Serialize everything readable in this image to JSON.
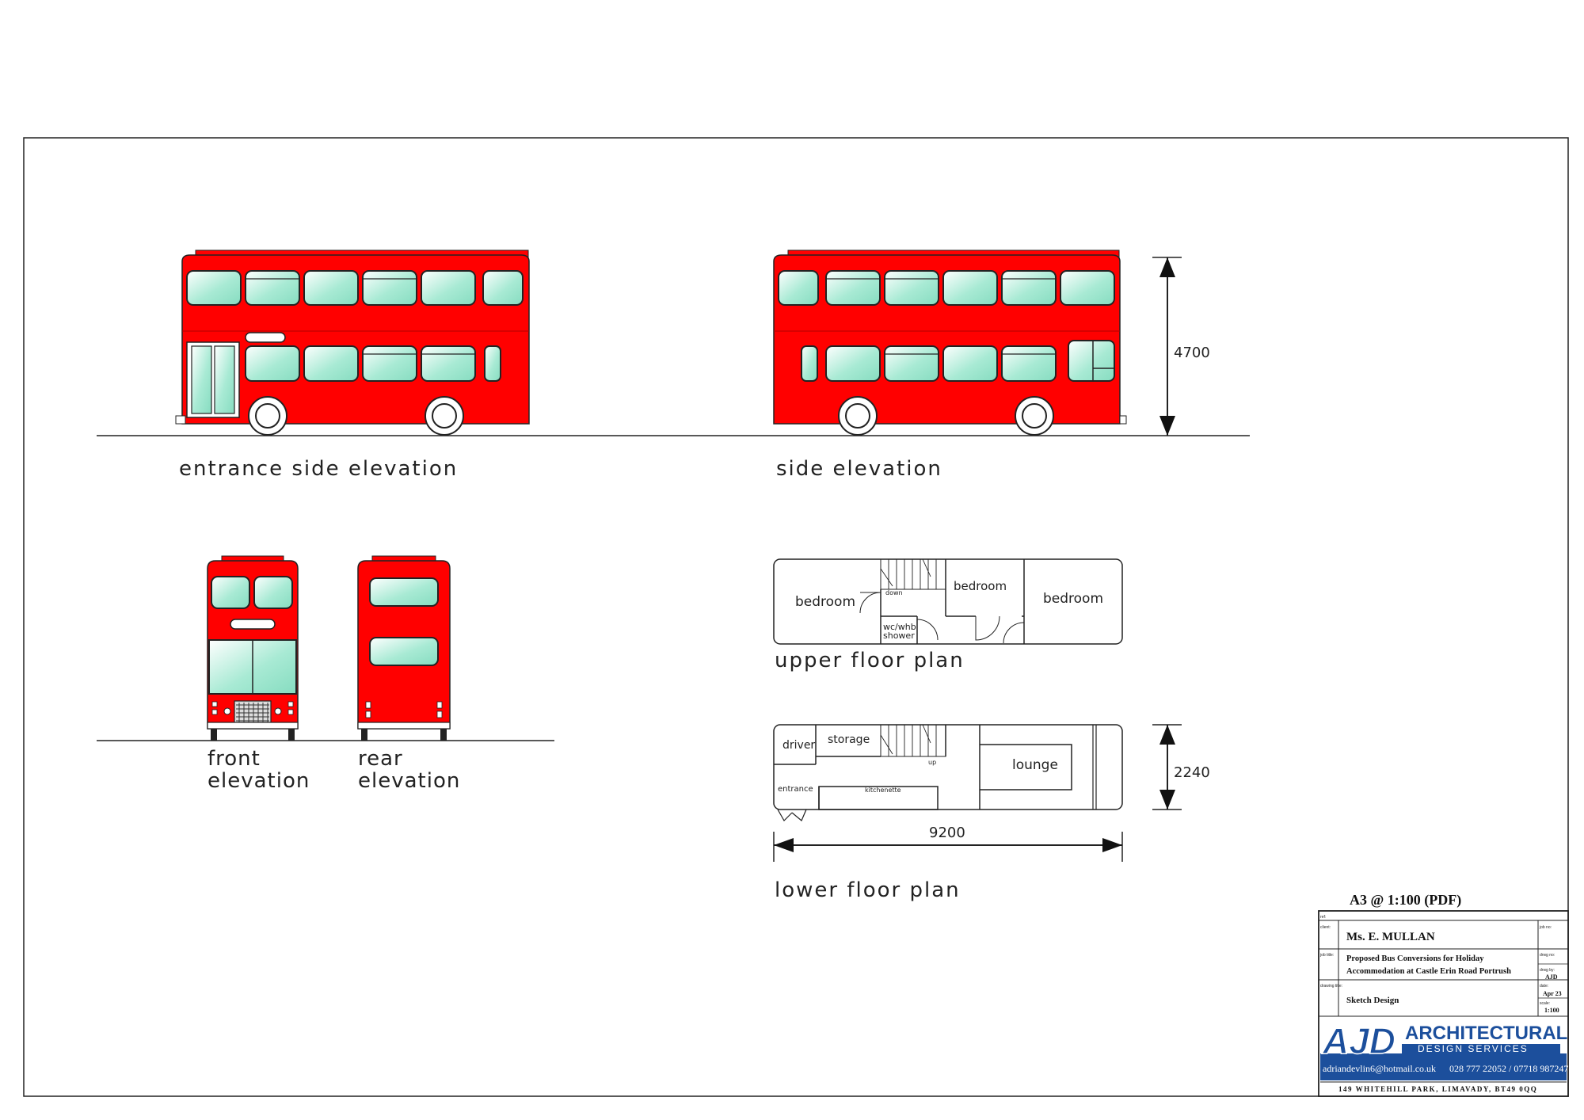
{
  "labels": {
    "entrance_side": "entrance side elevation",
    "side": "side elevation",
    "front_line1": "front",
    "front_line2": "elevation",
    "rear_line1": "rear",
    "rear_line2": "elevation",
    "upper_plan": "upper floor plan",
    "lower_plan": "lower floor plan"
  },
  "dimensions": {
    "height": "4700",
    "width": "2240",
    "length": "9200"
  },
  "rooms_upper": {
    "bedroom_left": "bedroom",
    "bedroom_mid": "bedroom",
    "bedroom_right": "bedroom",
    "down": "down",
    "wc_line1": "wc/whb",
    "wc_line2": "shower"
  },
  "rooms_lower": {
    "driver": "driver",
    "storage": "storage",
    "entrance": "entrance",
    "kitchenette": "kitchenette",
    "up": "up",
    "lounge": "lounge"
  },
  "title_block": {
    "scale": "A3 @ 1:100 (PDF)",
    "client": "Ms. E. MULLAN",
    "job_title_line1": "Proposed Bus Conversions for Holiday",
    "job_title_line2": "Accommodation at Castle Erin Road Portrush",
    "drawing_title": "Sketch Design",
    "drawn_by": "AJD",
    "date": "Apr 23",
    "scale_value": "1:100",
    "field_ref": "ref:",
    "field_client": "client:",
    "field_job_title": "job title:",
    "field_drawing_title": "drawing title:",
    "field_job_no": "job no:",
    "field_drawing_no": "drwg no:",
    "field_drawn_by": "drwg by:",
    "field_date": "date:",
    "field_scale": "scale:"
  },
  "logo": {
    "letters": "AJD",
    "line1": "ARCHITECTURAL",
    "line2": "DESIGN SERVICES",
    "email": "adriandevlin6@hotmail.co.uk",
    "phone": "028 777 22052 / 07718 987247",
    "address": "149 WHITEHILL PARK, LIMAVADY, BT49 0QQ"
  },
  "colors": {
    "bus_red": "#ff0000",
    "glass": "#9fe6cf",
    "line": "#222222",
    "logo_blue": "#1c4f9c"
  }
}
